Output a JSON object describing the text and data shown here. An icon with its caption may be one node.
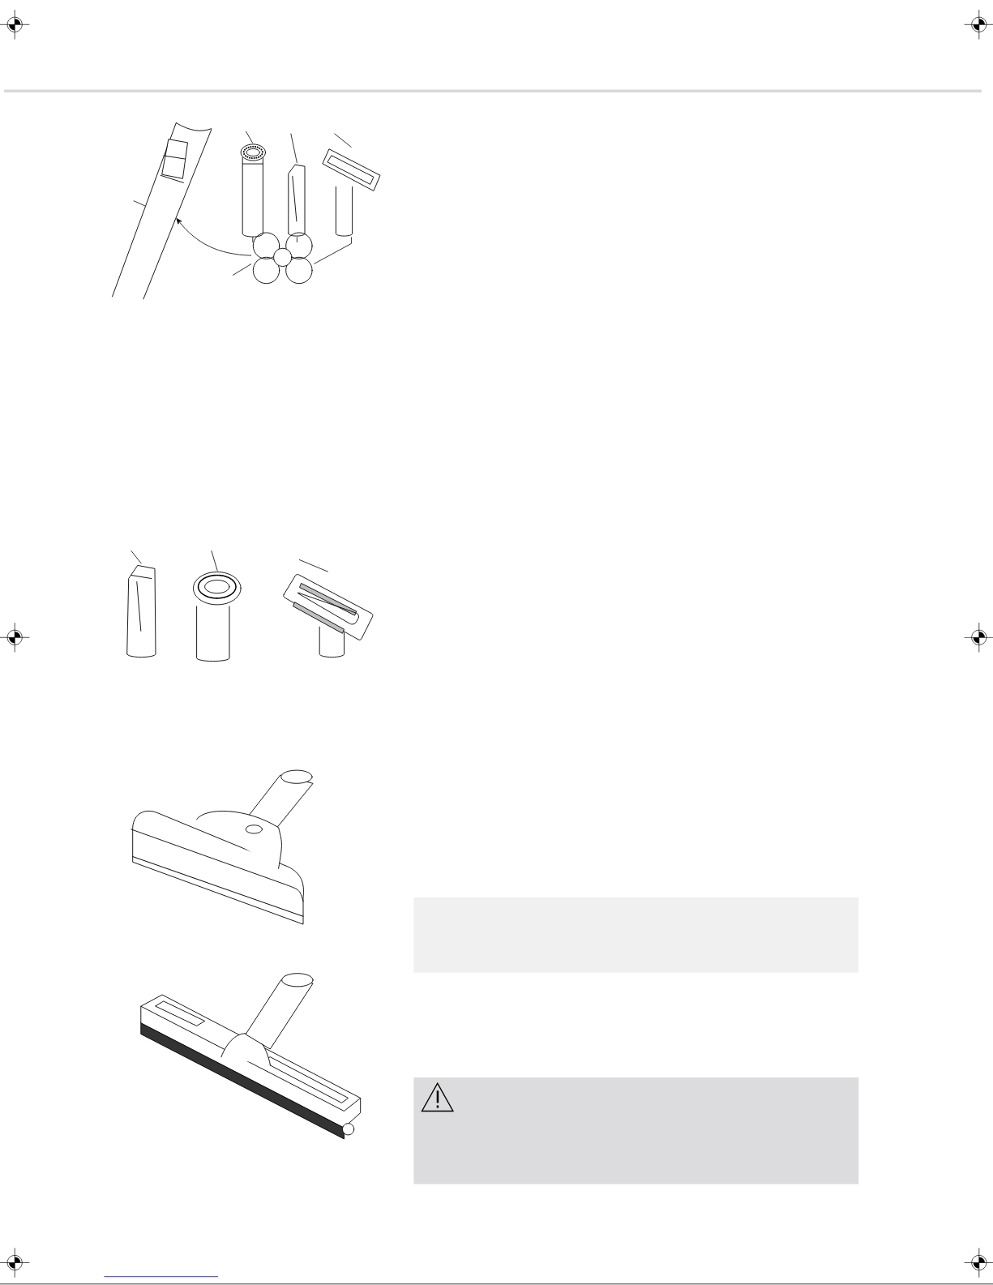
{
  "diagram": {
    "nodes": [
      {
        "text": [],
        "shape": "picture"
      },
      {
        "text": [],
        "shape": "picture"
      },
      {
        "text": [],
        "shape": "picture"
      },
      {
        "text": [],
        "shape": "picture"
      },
      {
        "text": [],
        "shape": "picture"
      },
      {
        "text": [],
        "shape": "picture"
      },
      {
        "text": [],
        "shape": "picture"
      },
      {
        "text": [],
        "shape": "picture"
      },
      {
        "text": [],
        "shape": "picture"
      },
      {
        "text": [],
        "shape": "picture"
      },
      {
        "text": [],
        "shape": "box"
      },
      {
        "text": [],
        "shape": "box"
      }
    ],
    "edges": [
      {
        "from": null,
        "to": 0,
        "arrow": "none"
      },
      {
        "from": null,
        "to": 1,
        "arrow": "none"
      },
      {
        "from": null,
        "to": 2,
        "arrow": "none"
      },
      {
        "from": null,
        "to": 3,
        "arrow": "none"
      },
      {
        "from": null,
        "to": 4,
        "arrow": "none"
      },
      {
        "from": 4,
        "to": 0,
        "arrow": "to"
      },
      {
        "from": 1,
        "to": 4,
        "arrow": "none"
      },
      {
        "from": 2,
        "to": 4,
        "arrow": "none"
      },
      {
        "from": 3,
        "to": 4,
        "arrow": "none"
      },
      {
        "from": null,
        "to": 5,
        "arrow": "none"
      },
      {
        "from": null,
        "to": 6,
        "arrow": "none"
      },
      {
        "from": null,
        "to": 7,
        "arrow": "none"
      }
    ]
  }
}
